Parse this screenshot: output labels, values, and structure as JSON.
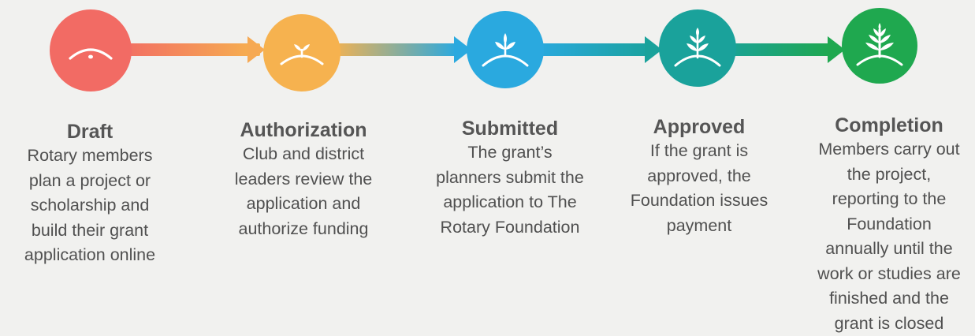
{
  "colors": {
    "draft": "#f26b64",
    "authorization": "#f6b24f",
    "submitted": "#2aa9df",
    "approved": "#1aa29b",
    "completion": "#1fa84f",
    "background": "#f1f1ef"
  },
  "stages": [
    {
      "key": "draft",
      "title": "Draft",
      "icon": "seed-icon",
      "description": [
        "Rotary members",
        "plan a project or",
        "scholarship and",
        "build their grant",
        "application online"
      ]
    },
    {
      "key": "authorization",
      "title": "Authorization",
      "icon": "sprout-icon",
      "description": [
        "Club and district",
        "leaders review the",
        "application and",
        "authorize funding"
      ]
    },
    {
      "key": "submitted",
      "title": "Submitted",
      "icon": "seedling-icon",
      "description": [
        "The grant’s",
        "planners submit the",
        "application to The",
        "Rotary Foundation"
      ]
    },
    {
      "key": "approved",
      "title": "Approved",
      "icon": "young-plant-icon",
      "description": [
        "If the grant is",
        "approved, the",
        "Foundation issues",
        "payment"
      ]
    },
    {
      "key": "completion",
      "title": "Completion",
      "icon": "tree-icon",
      "description": [
        "Members carry out",
        "the project,",
        "reporting to the",
        "Foundation",
        "annually until the",
        "work or studies are",
        "finished and the",
        "grant is closed"
      ]
    }
  ]
}
